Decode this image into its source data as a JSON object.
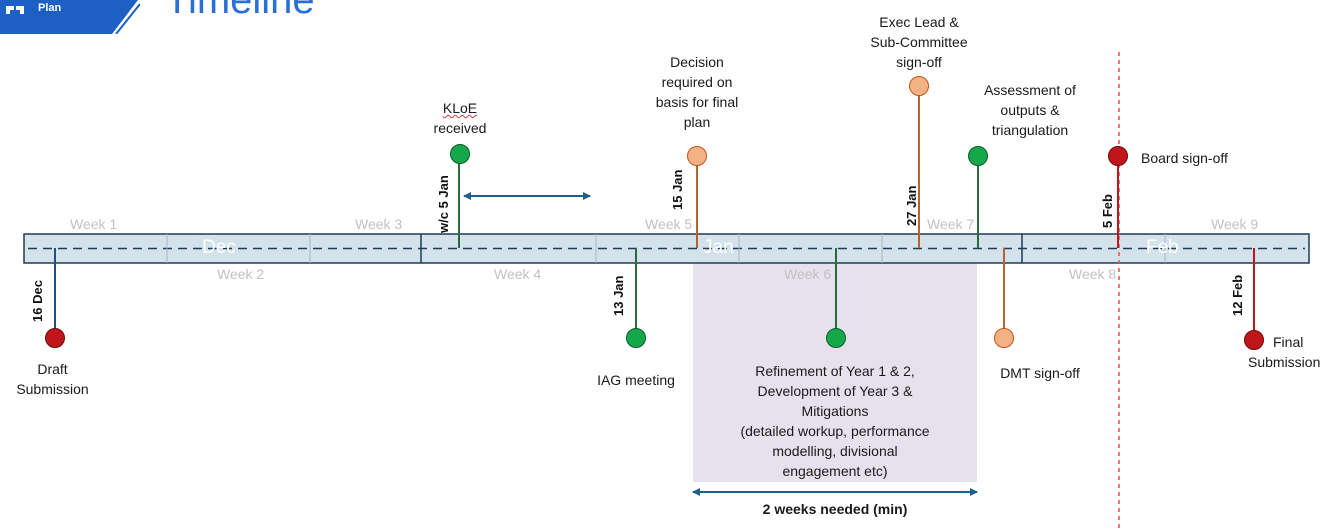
{
  "header": {
    "logo_text": "Plan",
    "title": "Timeline"
  },
  "axis": {
    "months": [
      "Dec",
      "Jan",
      "Feb"
    ],
    "weeks": [
      "Week 1",
      "Week 2",
      "Week 3",
      "Week 4",
      "Week 5",
      "Week 6",
      "Week 7",
      "Week 8",
      "Week 9"
    ]
  },
  "dates": {
    "d16dec": "16 Dec",
    "wc5jan": "w/c 5 Jan",
    "d13jan": "13 Jan",
    "d15jan": "15 Jan",
    "d27jan": "27 Jan",
    "d5feb": "5 Feb",
    "d12feb": "12 Feb"
  },
  "events": {
    "draft": "Draft\nSubmission",
    "kloe_1": "KLoE",
    "kloe_2": "received",
    "iag": "IAG meeting",
    "decision": "Decision\nrequired on\nbasis for final\nplan",
    "exec": "Exec Lead &\nSub-Committee\nsign-off",
    "assessment": "Assessment of\noutputs &\ntriangulation",
    "board": "Board sign-off",
    "dmt": "DMT sign-off",
    "final_1": "Final",
    "final_2": "Submission",
    "refinement": "Refinement of Year 1 & 2,\nDevelopment of Year 3 &\nMitigations\n(detailed workup, performance\nmodelling, divisional\nengagement etc)",
    "two_weeks": "2 weeks needed (min)"
  },
  "colors": {
    "bar_fill": "#d4e2ec",
    "bar_border": "#1f3b57",
    "green": "#15a84a",
    "red": "#c0151a",
    "orange": "#f4b183",
    "arrow": "#1f5f8b",
    "title": "#2a6fd6"
  }
}
